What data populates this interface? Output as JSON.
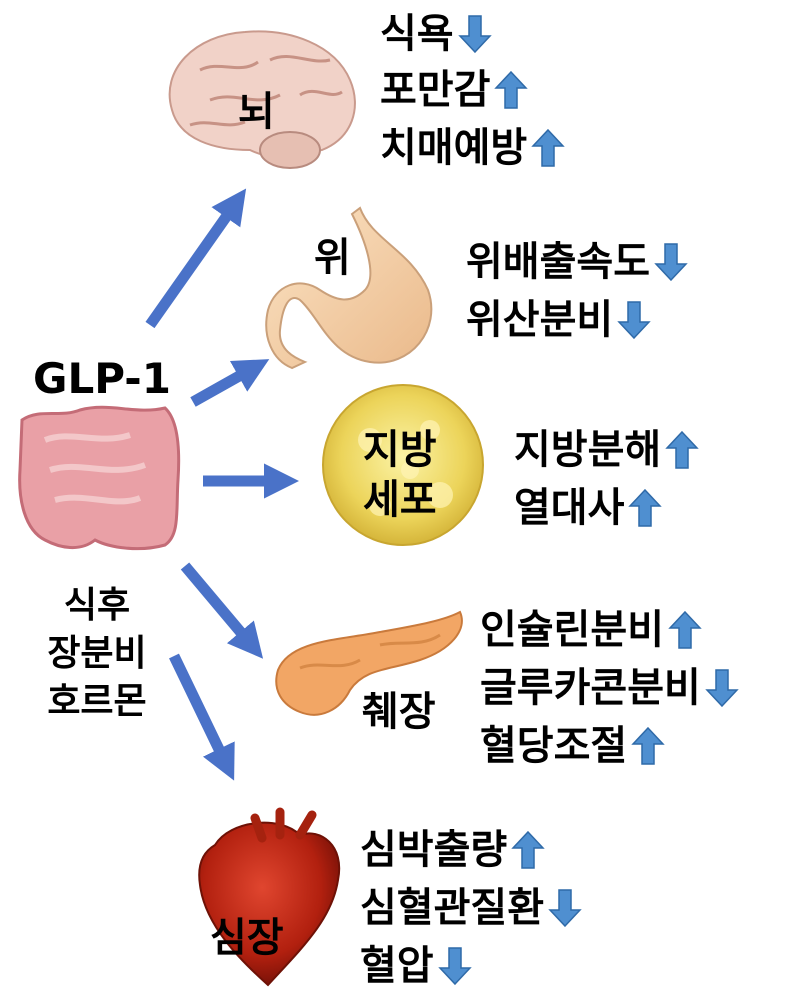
{
  "source": {
    "label": "GLP-1"
  },
  "intestine_caption": {
    "lines": [
      "식후",
      "장분비",
      "호르몬"
    ]
  },
  "organs": {
    "brain": {
      "label": "뇌",
      "effects": [
        {
          "text": "식욕",
          "dir": "down"
        },
        {
          "text": "포만감",
          "dir": "up"
        },
        {
          "text": "치매예방",
          "dir": "up"
        }
      ]
    },
    "stomach": {
      "label": "위",
      "effects": [
        {
          "text": "위배출속도",
          "dir": "down"
        },
        {
          "text": "위산분비",
          "dir": "down"
        }
      ]
    },
    "fat": {
      "label_line1": "지방",
      "label_line2": "세포",
      "effects": [
        {
          "text": "지방분해",
          "dir": "up"
        },
        {
          "text": "열대사",
          "dir": "up"
        }
      ]
    },
    "pancreas": {
      "label": "췌장",
      "effects": [
        {
          "text": "인슐린분비",
          "dir": "up"
        },
        {
          "text": "글루카콘분비",
          "dir": "down"
        },
        {
          "text": "혈당조절",
          "dir": "up"
        }
      ]
    },
    "heart": {
      "label": "심장",
      "effects": [
        {
          "text": "심박출량",
          "dir": "up"
        },
        {
          "text": "심혈관질환",
          "dir": "down"
        },
        {
          "text": "혈압",
          "dir": "down"
        }
      ]
    }
  },
  "colors": {
    "connector_arrow": "#4a72c8",
    "effect_arrow": "#4f8fd0",
    "effect_arrow_outline": "#2f6aa8"
  }
}
